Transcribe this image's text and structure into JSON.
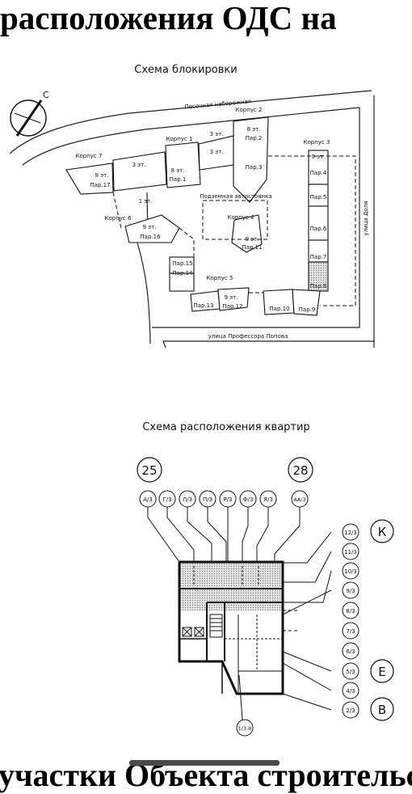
{
  "header": {
    "title": "расположения ОДС на"
  },
  "footer": {
    "title": "участки Объекта строительства"
  },
  "block_plan": {
    "title": "Схема блокировки",
    "compass_letter": "С",
    "streets": {
      "north": "Песочная набережная",
      "east": "улица Доля",
      "south": "улица Профессора Попова"
    },
    "corpus_labels": [
      "Корпус 1",
      "Корпус 2",
      "Корпус 3",
      "Корпус 4",
      "Корпус 5",
      "Корпус 6",
      "Корпус 7"
    ],
    "floors": [
      "8 эт.",
      "8 эт.",
      "8 эт.",
      "3 эт.",
      "3 эт.",
      "3 эт.",
      "9 эт.",
      "9 эт.",
      "9 эт.",
      "9 эт.",
      "1 эт."
    ],
    "entrances": [
      "Пар.1",
      "Пар.2",
      "Пар.3",
      "Пар.4",
      "Пар.5",
      "Пар.6",
      "Пар.7",
      "Пар.8",
      "Пар.9",
      "Пар.10",
      "Пар.11",
      "Пар.12",
      "Пар.13",
      "Пар.14",
      "Пар.15",
      "Пар.16",
      "Пар.17"
    ],
    "parking_label": "Подземная автостоянка"
  },
  "unit_plan": {
    "title": "Схема расположения квартир",
    "axis_top_left": "25",
    "axis_top_right": "28",
    "top_bubbles": [
      "А/3",
      "Г/3",
      "Л/3",
      "П/3",
      "Р/3",
      "Ф/3",
      "Я/3",
      "АА/3"
    ],
    "right_bubbles": [
      "12/3",
      "11/3",
      "10/3",
      "9/3",
      "8/3",
      "7/3",
      "6/3",
      "5/3",
      "4/3",
      "2/3"
    ],
    "axis_right": [
      "К",
      "Е",
      "В"
    ],
    "bottom_bubble": "1/3.8"
  }
}
